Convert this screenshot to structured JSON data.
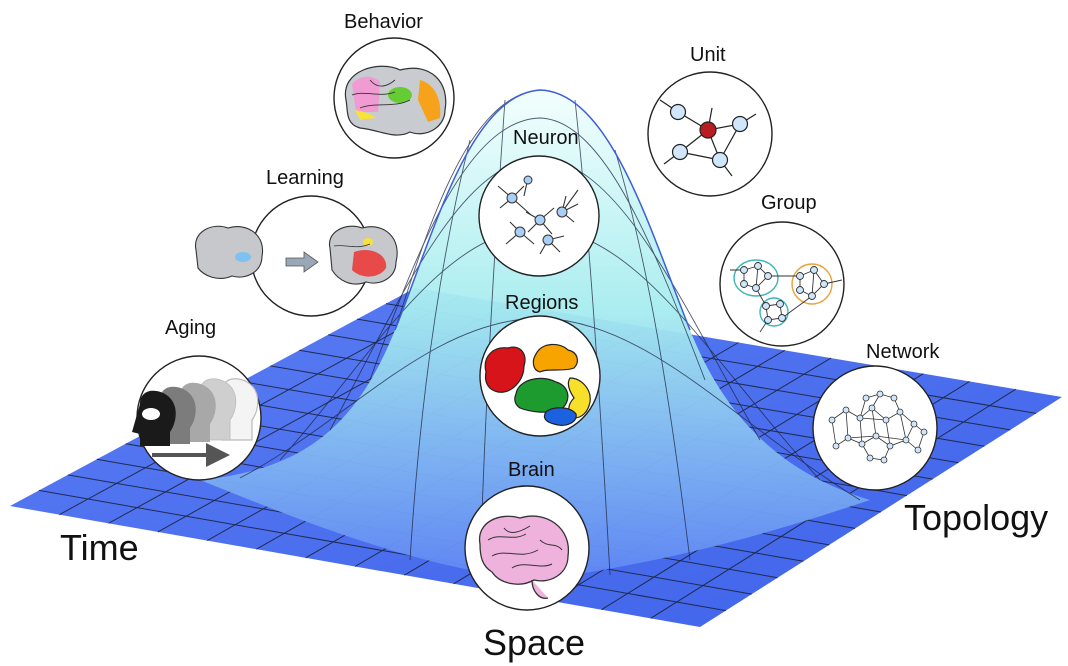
{
  "axes": {
    "time": "Time",
    "space": "Space",
    "topology": "Topology"
  },
  "labels": {
    "behavior": "Behavior",
    "learning": "Learning",
    "aging": "Aging",
    "neuron": "Neuron",
    "regions": "Regions",
    "brain": "Brain",
    "unit": "Unit",
    "group": "Group",
    "network": "Network"
  },
  "colors": {
    "plane": "#4f72f0",
    "peak_top": "#f2fffd",
    "peak_mid": "#a6ecef",
    "peak_base": "#5f86f4",
    "grid": "#1a2236",
    "brain_pink": "#eeb2dd",
    "brain_gray": "#c4c7cb",
    "region_red": "#d7141a",
    "region_orange": "#f7a300",
    "region_green": "#1e9b2f",
    "region_yellow": "#f8e02a",
    "region_blue": "#1c62e0",
    "unit_node": "#cfe6fb",
    "unit_center": "#b81e21",
    "group_orange": "#e9a13a",
    "group_teal": "#3bb7b4"
  },
  "icons": [
    "behavior-brain-icon",
    "learning-brain-icon",
    "aging-heads-icon",
    "neuron-icon",
    "regions-icon",
    "brain-icon",
    "unit-graph-icon",
    "group-graph-icon",
    "network-graph-icon"
  ]
}
